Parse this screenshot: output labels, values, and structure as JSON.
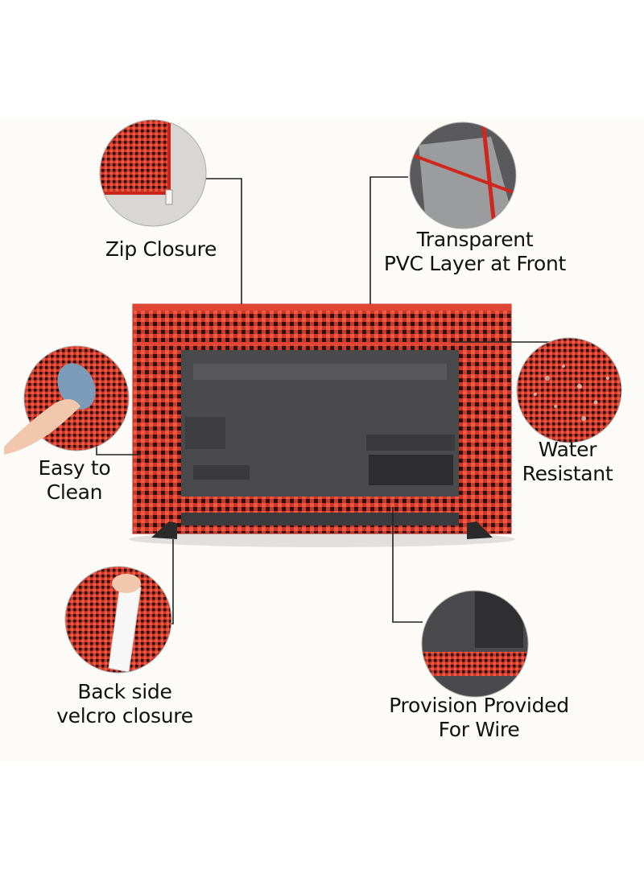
{
  "features": {
    "zip": {
      "label": "Zip Closure"
    },
    "pvc": {
      "label": "Transparent\nPVC Layer at Front"
    },
    "clean": {
      "label": "Easy to\nClean"
    },
    "water": {
      "label": "Water\nResistant"
    },
    "velcro": {
      "label": "Back side\nvelcro closure"
    },
    "wire": {
      "label": "Provision Provided\nFor Wire"
    }
  },
  "colors": {
    "check_red": "#e8402b",
    "check_dark": "#2a1210",
    "tv_back": "#4a4a4c",
    "leader_line": "#222222"
  }
}
